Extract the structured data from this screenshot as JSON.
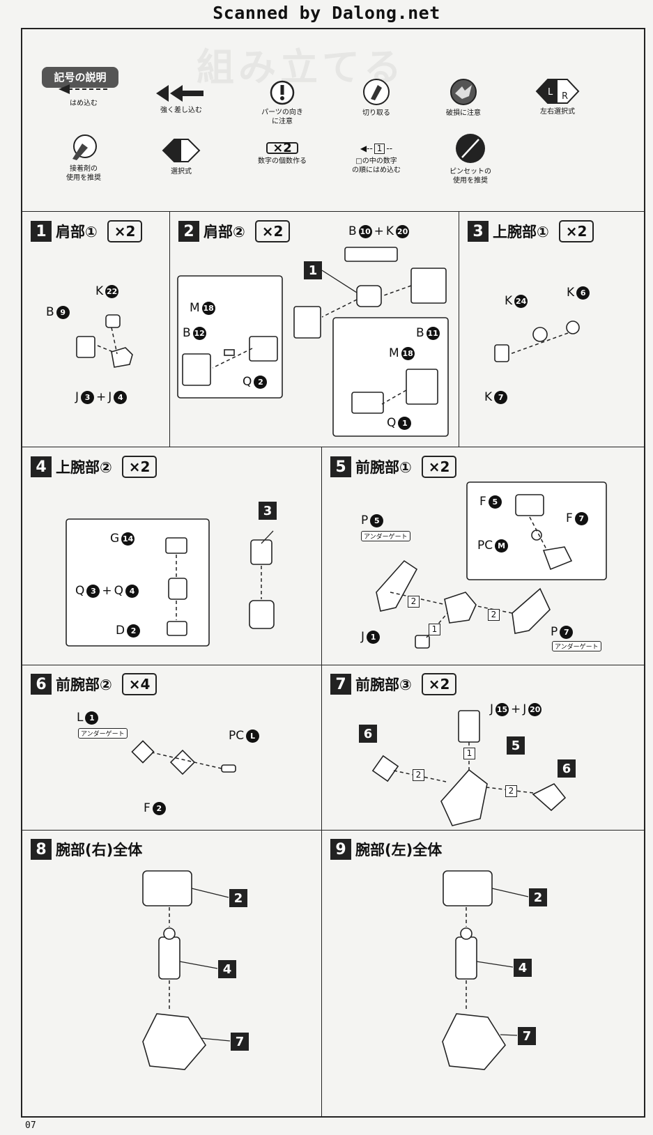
{
  "header": {
    "scan_credit": "Scanned by Dalong.net"
  },
  "legend": {
    "tag": "記号の説明",
    "items": [
      {
        "icon": "push-in-arrow-icon",
        "label": "はめ込む"
      },
      {
        "icon": "strong-push-arrow-icon",
        "label": "強く差し込む"
      },
      {
        "icon": "exclamation-icon",
        "label": "パーツの向き\nに注意"
      },
      {
        "icon": "cut-icon",
        "label": "切り取る"
      },
      {
        "icon": "break-warning-icon",
        "label": "破損に注意"
      },
      {
        "icon": "lr-select-icon",
        "label": "左右選択式"
      },
      {
        "icon": "glue-icon",
        "label": "接着剤の\n使用を推奨"
      },
      {
        "icon": "select-icon",
        "label": "選択式"
      },
      {
        "icon": "times-two-icon",
        "label": "数字の個数作る",
        "badge": "×2"
      },
      {
        "icon": "numbered-order-icon",
        "label": "□の中の数字\nの順にはめ込む",
        "badge": "1"
      },
      {
        "icon": "tweezers-icon",
        "label": "ピンセットの\n使用を推奨"
      }
    ]
  },
  "steps": [
    {
      "num": "1",
      "title": "肩部①",
      "qty": "×2",
      "labels": [
        {
          "t": "K",
          "n": "22"
        },
        {
          "t": "B",
          "n": "9"
        },
        {
          "t": "J",
          "n": "3",
          "plus": "J",
          "n2": "4"
        }
      ]
    },
    {
      "num": "2",
      "title": "肩部②",
      "qty": "×2",
      "labels": [
        {
          "t": "B",
          "n": "10",
          "plus": "K",
          "n2": "20"
        },
        {
          "t": "M",
          "n": "18"
        },
        {
          "t": "B",
          "n": "12"
        },
        {
          "t": "Q",
          "n": "2"
        },
        {
          "t": "B",
          "n": "11"
        },
        {
          "t": "M",
          "n": "18"
        },
        {
          "t": "Q",
          "n": "1"
        }
      ],
      "refs": [
        "1"
      ]
    },
    {
      "num": "3",
      "title": "上腕部①",
      "qty": "×2",
      "labels": [
        {
          "t": "K",
          "n": "24"
        },
        {
          "t": "K",
          "n": "6"
        },
        {
          "t": "K",
          "n": "7"
        }
      ]
    },
    {
      "num": "4",
      "title": "上腕部②",
      "qty": "×2",
      "labels": [
        {
          "t": "G",
          "n": "14"
        },
        {
          "t": "Q",
          "n": "3",
          "plus": "Q",
          "n2": "4"
        },
        {
          "t": "D",
          "n": "2"
        }
      ],
      "refs": [
        "3"
      ]
    },
    {
      "num": "5",
      "title": "前腕部①",
      "qty": "×2",
      "labels": [
        {
          "t": "P",
          "n": "5"
        },
        {
          "t": "F",
          "n": "5"
        },
        {
          "t": "F",
          "n": "7"
        },
        {
          "t": "PC",
          "n": "M"
        },
        {
          "t": "J",
          "n": "1"
        },
        {
          "t": "P",
          "n": "7"
        }
      ],
      "under_gate": "アンダーゲート",
      "order": [
        "2",
        "1",
        "2"
      ]
    },
    {
      "num": "6",
      "title": "前腕部②",
      "qty": "×4",
      "labels": [
        {
          "t": "L",
          "n": "1"
        },
        {
          "t": "PC",
          "n": "L"
        },
        {
          "t": "F",
          "n": "2"
        }
      ],
      "under_gate": "アンダーゲート"
    },
    {
      "num": "7",
      "title": "前腕部③",
      "qty": "×2",
      "labels": [
        {
          "t": "J",
          "n": "15",
          "plus": "J",
          "n2": "20"
        }
      ],
      "refs": [
        "6",
        "5",
        "6"
      ],
      "order": [
        "1",
        "2",
        "2"
      ]
    },
    {
      "num": "8",
      "title": "腕部(右)全体",
      "qty": "",
      "refs": [
        "2",
        "4",
        "7"
      ]
    },
    {
      "num": "9",
      "title": "腕部(左)全体",
      "qty": "",
      "refs": [
        "2",
        "4",
        "7"
      ]
    }
  ],
  "page_number": "07"
}
